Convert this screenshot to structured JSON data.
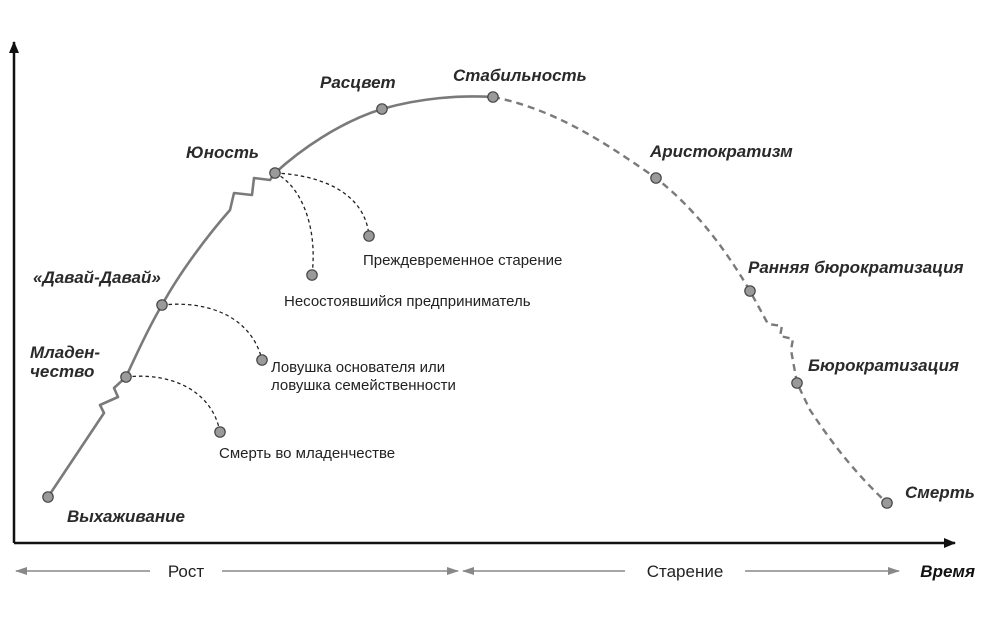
{
  "stages": {
    "survival": "Выхаживание",
    "infancy_line1": "Младен-",
    "infancy_line2": "чество",
    "go_go": "«Давай-Давай»",
    "adolescence": "Юность",
    "prime": "Расцвет",
    "stability": "Стабильность",
    "aristocracy": "Аристократизм",
    "early_bureaucracy": "Ранняя бюрократизация",
    "bureaucracy": "Бюрократизация",
    "death": "Смерть"
  },
  "traps": {
    "infant_mortality": "Смерть во младенчестве",
    "founder_trap_line1": "Ловушка основателя или",
    "founder_trap_line2": "ловушка семейственности",
    "unfulfilled_entrepreneur": "Несостоявшийся предприниматель",
    "premature_aging": "Преждевременное старение"
  },
  "phases": {
    "growth": "Рост",
    "aging": "Старение"
  },
  "axis": {
    "x_label": "Время"
  }
}
